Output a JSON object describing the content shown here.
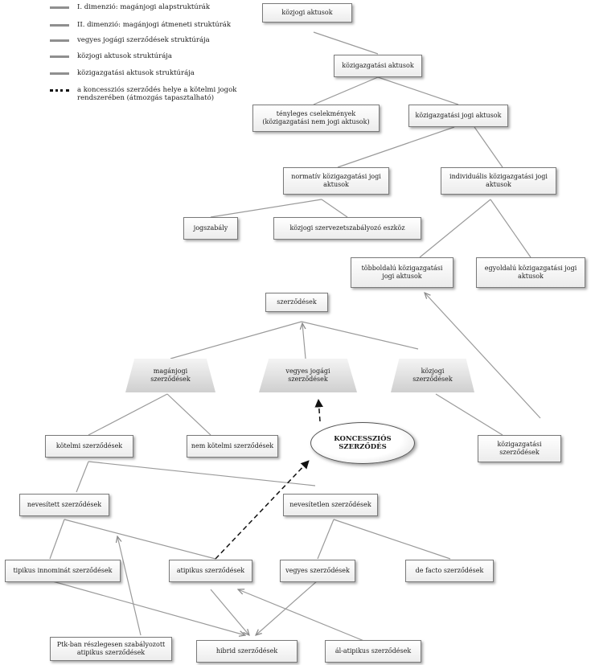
{
  "legend": [
    {
      "label": "I. dimenzió: magánjogi alapstruktúrák",
      "style": "solid"
    },
    {
      "label": "II. dimenzió: magánjogi átmeneti struktúrák",
      "style": "solid"
    },
    {
      "label": "vegyes jogági szerződések struktúrája",
      "style": "solid"
    },
    {
      "label": "közjogi aktusok struktúrája",
      "style": "solid"
    },
    {
      "label": "közigazgatási aktusok struktúrája",
      "style": "solid"
    },
    {
      "label": "a koncessziós szerződés helye a kötelmi jogok rendszerében (átmozgás tapasztalható)",
      "style": "dashed"
    }
  ],
  "nodes": {
    "kozjogi_aktusok": "közjogi aktusok",
    "kozigazgatasi_aktusok": "közigazgatási aktusok",
    "tenyleges_cselekmenyek": "tényleges cselekmények\n(közigazgatási nem jogi aktusok)",
    "kozigazgatasi_jogi_aktusok": "közigazgatási jogi aktusok",
    "normativ": "normatív közigazgatási jogi\naktusok",
    "individualis": "individuális közigazgatási jogi\naktusok",
    "jogszabaly": "jogszabály",
    "kozjogi_szervezetszabalyozo": "közjogi szervezetszabályozó eszköz",
    "tobboldalu": "többoldalú közigazgatási\njogi aktusok",
    "egyoldalu": "egyoldalú közigazgatási jogi\naktusok",
    "szerzodesek": "szerződések",
    "maganjogi": "magánjogi\nszerződések",
    "vegyes_jogagi": "vegyes jogági\nszerződések",
    "kozjogi_szerzodesek": "közjogi\nszerződések",
    "kotelmi": "kötelmi szerződések",
    "nem_kotelmi": "nem kötelmi szerződések",
    "koncesszios": "KONCESSZIÓS\nSZERZŐDÉS",
    "kozigazgatasi_szerzodesek": "közigazgatási\nszerződések",
    "nevesitett": "nevesített szerződések",
    "nevesitetlen": "nevesítetlen szerződések",
    "tipikus_innominat": "tipikus innominát szerződések",
    "atipikus": "atipikus szerződések",
    "vegyes": "vegyes szerződések",
    "de_facto": "de facto szerződések",
    "ptk_ban": "Ptk-ban részlegesen szabályozott\natipikus szerződések",
    "hibrid": "hibrid szerződések",
    "al_atipikus": "ál-atipikus szerződések"
  },
  "colors": {
    "line": "#9a9a9a",
    "arrow_dashed": "#111111",
    "node_border": "#7a7a7a"
  }
}
